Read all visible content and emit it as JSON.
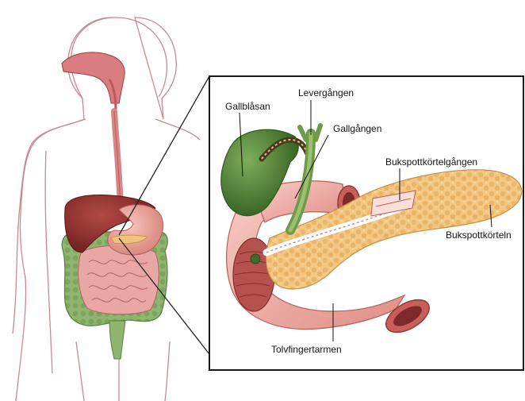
{
  "labels": {
    "gallbladder": "Gallblåsan",
    "hepatic_duct": "Levergången",
    "bile_duct": "Gallgången",
    "pancreatic_duct": "Bukspottkörtelgången",
    "pancreas": "Bukspottkörteln",
    "duodenum": "Tolvfingertarmen"
  },
  "colors": {
    "body_outline": "#c98a8f",
    "liver": "#8b2a2a",
    "stomach": "#e9a49a",
    "small_intestine": "#e8a7a4",
    "large_intestine": "#8fb56f",
    "gallbladder": "#4e7d33",
    "pancreas": "#f1c27d",
    "duodenum": "#f0b0aa",
    "esophagus": "#d98585",
    "panel_border": "#1a1a1a"
  }
}
